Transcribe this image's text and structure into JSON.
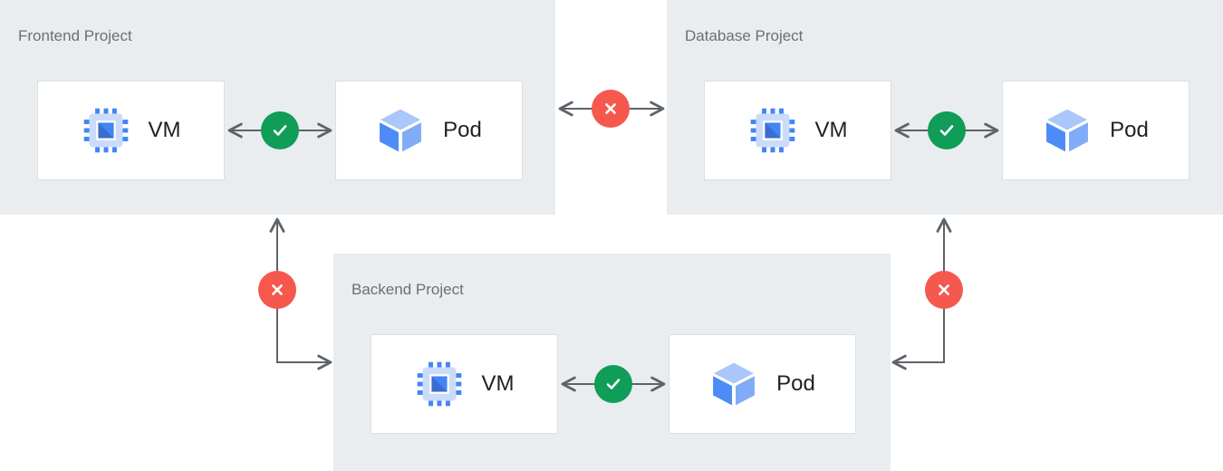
{
  "diagram": {
    "projects": [
      {
        "title": "Frontend Project",
        "vm_label": "VM",
        "pod_label": "Pod",
        "vm_pod_connection": "allowed"
      },
      {
        "title": "Database Project",
        "vm_label": "VM",
        "pod_label": "Pod",
        "vm_pod_connection": "allowed"
      },
      {
        "title": "Backend Project",
        "vm_label": "VM",
        "pod_label": "Pod",
        "vm_pod_connection": "allowed"
      }
    ],
    "cross_project_connections": [
      {
        "from": "Frontend Project",
        "to": "Database Project",
        "status": "blocked"
      },
      {
        "from": "Frontend Project",
        "to": "Backend Project",
        "status": "blocked"
      },
      {
        "from": "Database Project",
        "to": "Backend Project",
        "status": "blocked"
      }
    ],
    "icons": {
      "vm": "vm-chip-icon",
      "pod": "pod-cube-icon",
      "allowed": "check-circle-icon",
      "blocked": "x-circle-icon"
    },
    "colors": {
      "allowed_green": "#0f9d58",
      "blocked_red": "#f6584e",
      "node_blue": "#4285f4",
      "panel_gray": "#e9edf0",
      "arrow_gray": "#5f6368"
    }
  }
}
